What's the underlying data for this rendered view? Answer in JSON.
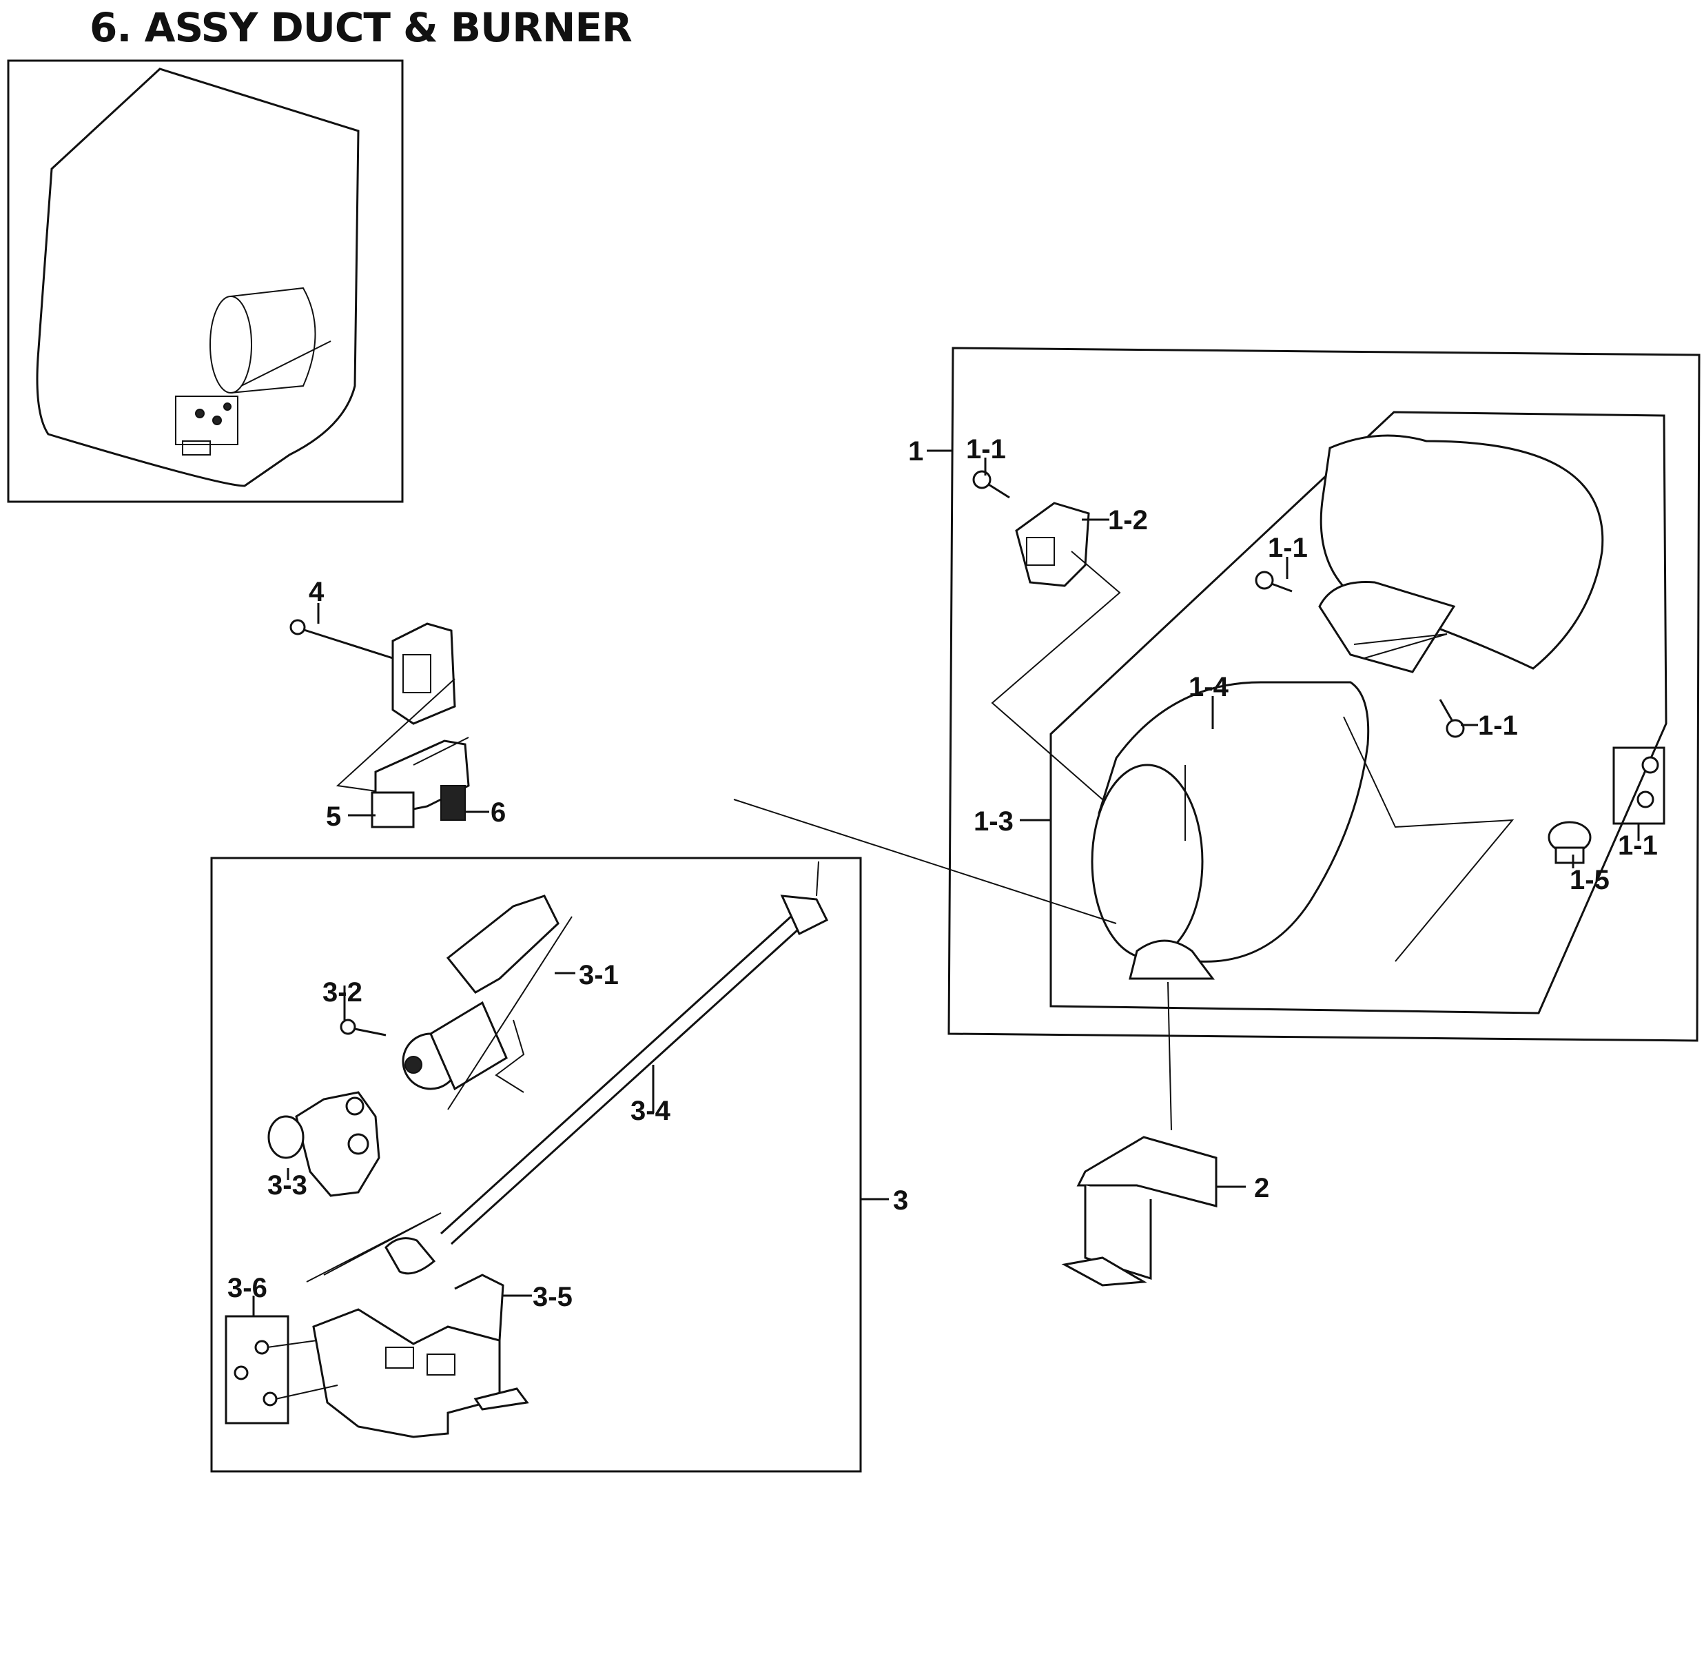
{
  "title": "6. ASSY DUCT & BURNER",
  "callouts": {
    "c1": "1",
    "c1_1a": "1-1",
    "c1_2": "1-2",
    "c1_1b": "1-1",
    "c1_4": "1-4",
    "c1_1c": "1-1",
    "c1_3": "1-3",
    "c1_1d": "1-1",
    "c1_5": "1-5",
    "c2": "2",
    "c3": "3",
    "c3_1": "3-1",
    "c3_2": "3-2",
    "c3_3": "3-3",
    "c3_4": "3-4",
    "c3_5": "3-5",
    "c3_6": "3-6",
    "c4": "4",
    "c5": "5",
    "c6": "6"
  }
}
